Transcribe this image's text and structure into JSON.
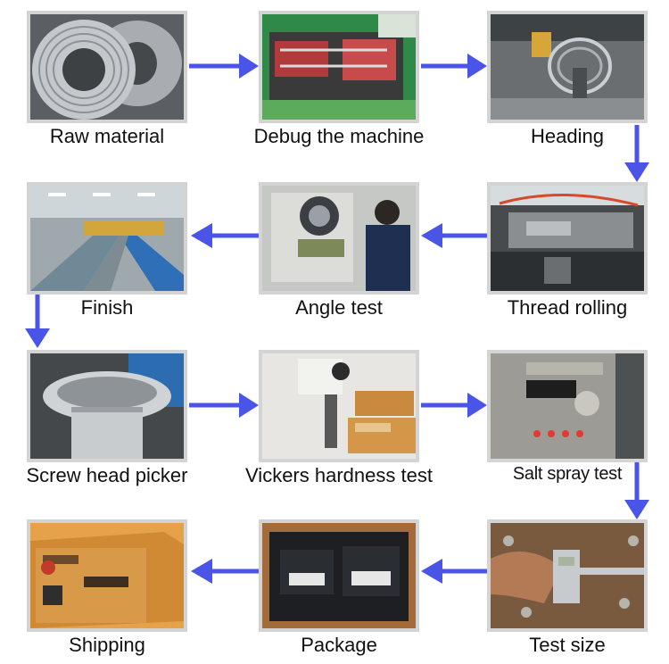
{
  "flow": {
    "accent": "#4a55e8",
    "steps": [
      {
        "label": "Raw material",
        "icon": "wire-coil-photo"
      },
      {
        "label": "Debug the machine",
        "icon": "machine-photo"
      },
      {
        "label": "Heading",
        "icon": "heading-machine-photo"
      },
      {
        "label": "Thread rolling",
        "icon": "thread-rolling-photo"
      },
      {
        "label": "Angle test",
        "icon": "angle-test-photo"
      },
      {
        "label": "Finish",
        "icon": "plating-line-photo"
      },
      {
        "label": "Screw head picker",
        "icon": "vibratory-feeder-photo"
      },
      {
        "label": "Vickers hardness test",
        "icon": "hardness-tester-photo"
      },
      {
        "label": "Salt spray test",
        "icon": "salt-spray-chamber-photo"
      },
      {
        "label": "Test size",
        "icon": "caliper-photo"
      },
      {
        "label": "Package",
        "icon": "package-bags-photo"
      },
      {
        "label": "Shipping",
        "icon": "carton-box-photo"
      }
    ]
  }
}
